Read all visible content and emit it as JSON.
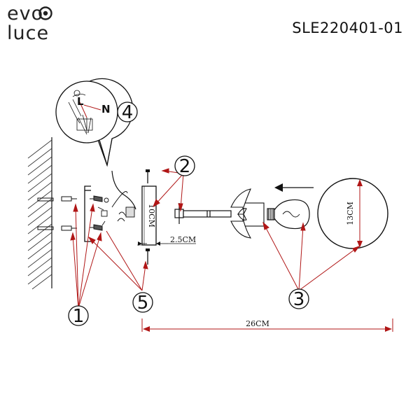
{
  "brand": {
    "line1": "evo",
    "line2": "luce"
  },
  "model_code": "SLE220401-01",
  "dimensions": {
    "height_label": "10CM",
    "depth_label": "2.5CM",
    "shade_label": "13CM",
    "total_label": "26CM"
  },
  "wiring": {
    "live_label": "L",
    "neutral_label": "N"
  },
  "callouts": [
    "1",
    "2",
    "3",
    "4",
    "5"
  ],
  "colors": {
    "leader": "#b01616",
    "line": "#111111",
    "gray": "#888888"
  }
}
